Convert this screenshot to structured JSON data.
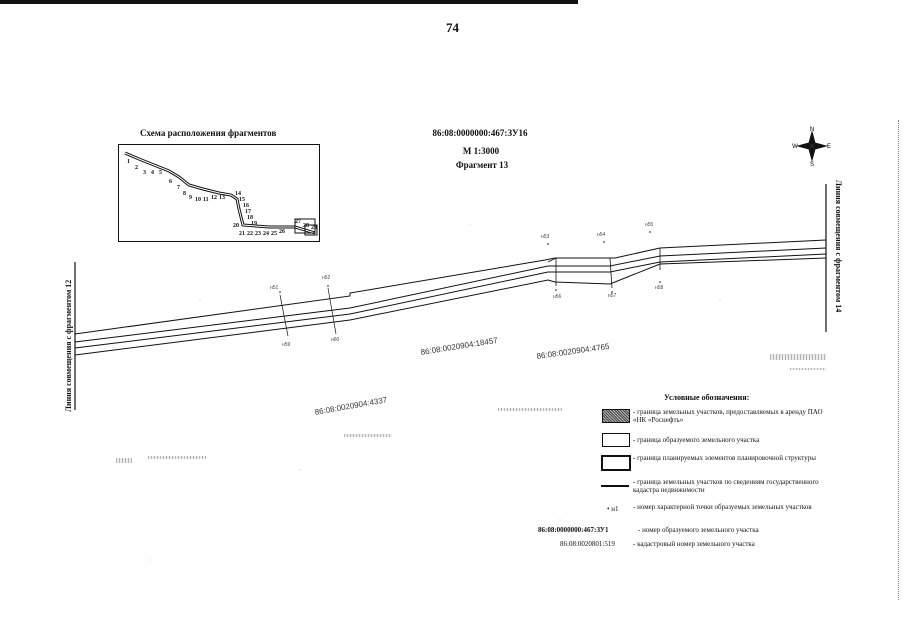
{
  "page": {
    "number": "74"
  },
  "scheme": {
    "title": "Схема расположения фрагментов",
    "fragment_numbers": [
      "1",
      "2",
      "3",
      "4",
      "5",
      "6",
      "7",
      "8",
      "9",
      "10",
      "11",
      "12",
      "13",
      "14",
      "15",
      "16",
      "17",
      "18",
      "19",
      "20",
      "21",
      "22",
      "23",
      "24",
      "25",
      "26",
      "27",
      "28",
      "29"
    ]
  },
  "header": {
    "plot_id": "86:08:0000000:467:ЗУ16",
    "scale": "М 1:3000",
    "fragment": "Фрагмент 13"
  },
  "compass": {
    "n": "N",
    "s": "S",
    "e": "E",
    "w": "W"
  },
  "side_labels": {
    "left": "Линия совмещения с фрагментом 12",
    "right": "Линия совмещения с фрагментом 14"
  },
  "map": {
    "cadastral_numbers": [
      "86:08:0020904:18457",
      "86:08:0020904:4765",
      "86:08:0020904:4337"
    ],
    "points": [
      "н51",
      "н52",
      "н53",
      "н54",
      "н55",
      "н56",
      "н57",
      "н58",
      "н59",
      "н60"
    ]
  },
  "legend": {
    "title": "Условные обозначения:",
    "items": [
      "- граница земельных участков, предоставляемых в аренду ПАО «НК «Роснефть»",
      "- граница образуемого земельного участка",
      "- граница планируемых элементов планировочной структуры",
      "- граница земельных участков по сведениям государственного кадастра недвижимости",
      "- номер характерной точки образуемых земельных участков",
      "- номер образуемого земельного участка",
      "- кадастровый номер земельного участка"
    ],
    "point_sample": "• н1",
    "plot_sample": "86:08:0000000:467:ЗУ1",
    "cadastral_sample": "86:08:0020801:519"
  }
}
